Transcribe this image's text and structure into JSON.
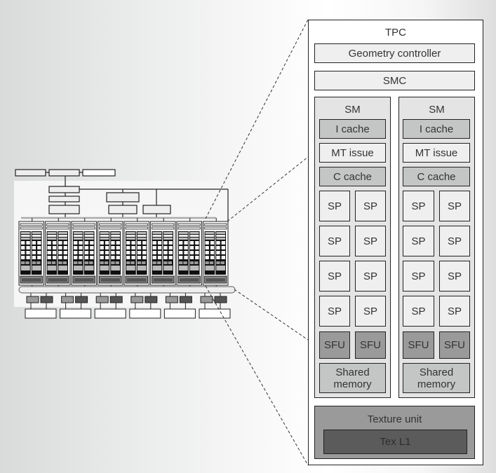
{
  "diagram": {
    "title": "TPC",
    "geometry_controller": "Geometry controller",
    "smc": "SMC",
    "sm_blocks": [
      {
        "label": "SM",
        "icache": "I cache",
        "mt_issue": "MT issue",
        "ccache": "C cache",
        "sp_units": [
          "SP",
          "SP",
          "SP",
          "SP",
          "SP",
          "SP",
          "SP",
          "SP"
        ],
        "sfu_units": [
          "SFU",
          "SFU"
        ],
        "shared_memory": "Shared memory"
      },
      {
        "label": "SM",
        "icache": "I cache",
        "mt_issue": "MT issue",
        "ccache": "C cache",
        "sp_units": [
          "SP",
          "SP",
          "SP",
          "SP",
          "SP",
          "SP",
          "SP",
          "SP"
        ],
        "sfu_units": [
          "SFU",
          "SFU"
        ],
        "shared_memory": "Shared memory"
      }
    ],
    "texture_unit": "Texture unit",
    "tex_l1": "Tex L1",
    "overview": {
      "tpc_count": 8,
      "memory_partitions": 6
    },
    "colors": {
      "light": "#efefef",
      "mid": "#c4c5c5",
      "dark": "#9a9a9a",
      "darker": "#5b5b5b",
      "sm_bg": "#e4e4e4",
      "line": "#222222"
    }
  }
}
